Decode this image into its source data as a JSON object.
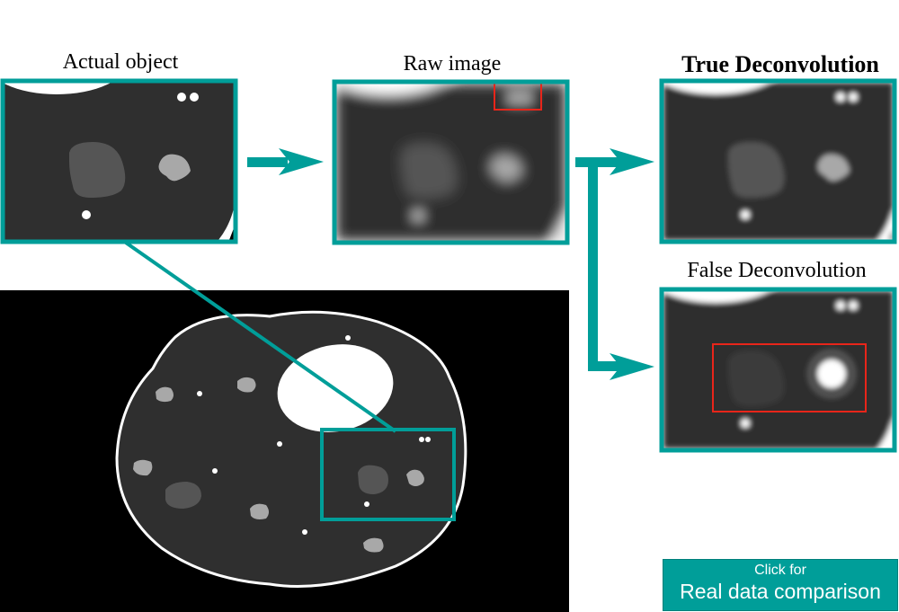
{
  "labels": {
    "actual": "Actual object",
    "raw": "Raw image",
    "true_deconv": "True Deconvolution",
    "false_deconv": "False Deconvolution"
  },
  "button": {
    "line1": "Click for",
    "line2": "Real data comparison"
  },
  "colors": {
    "accent": "#009e99",
    "highlight": "#e8251a",
    "background_dark": "#2f2f2f"
  }
}
